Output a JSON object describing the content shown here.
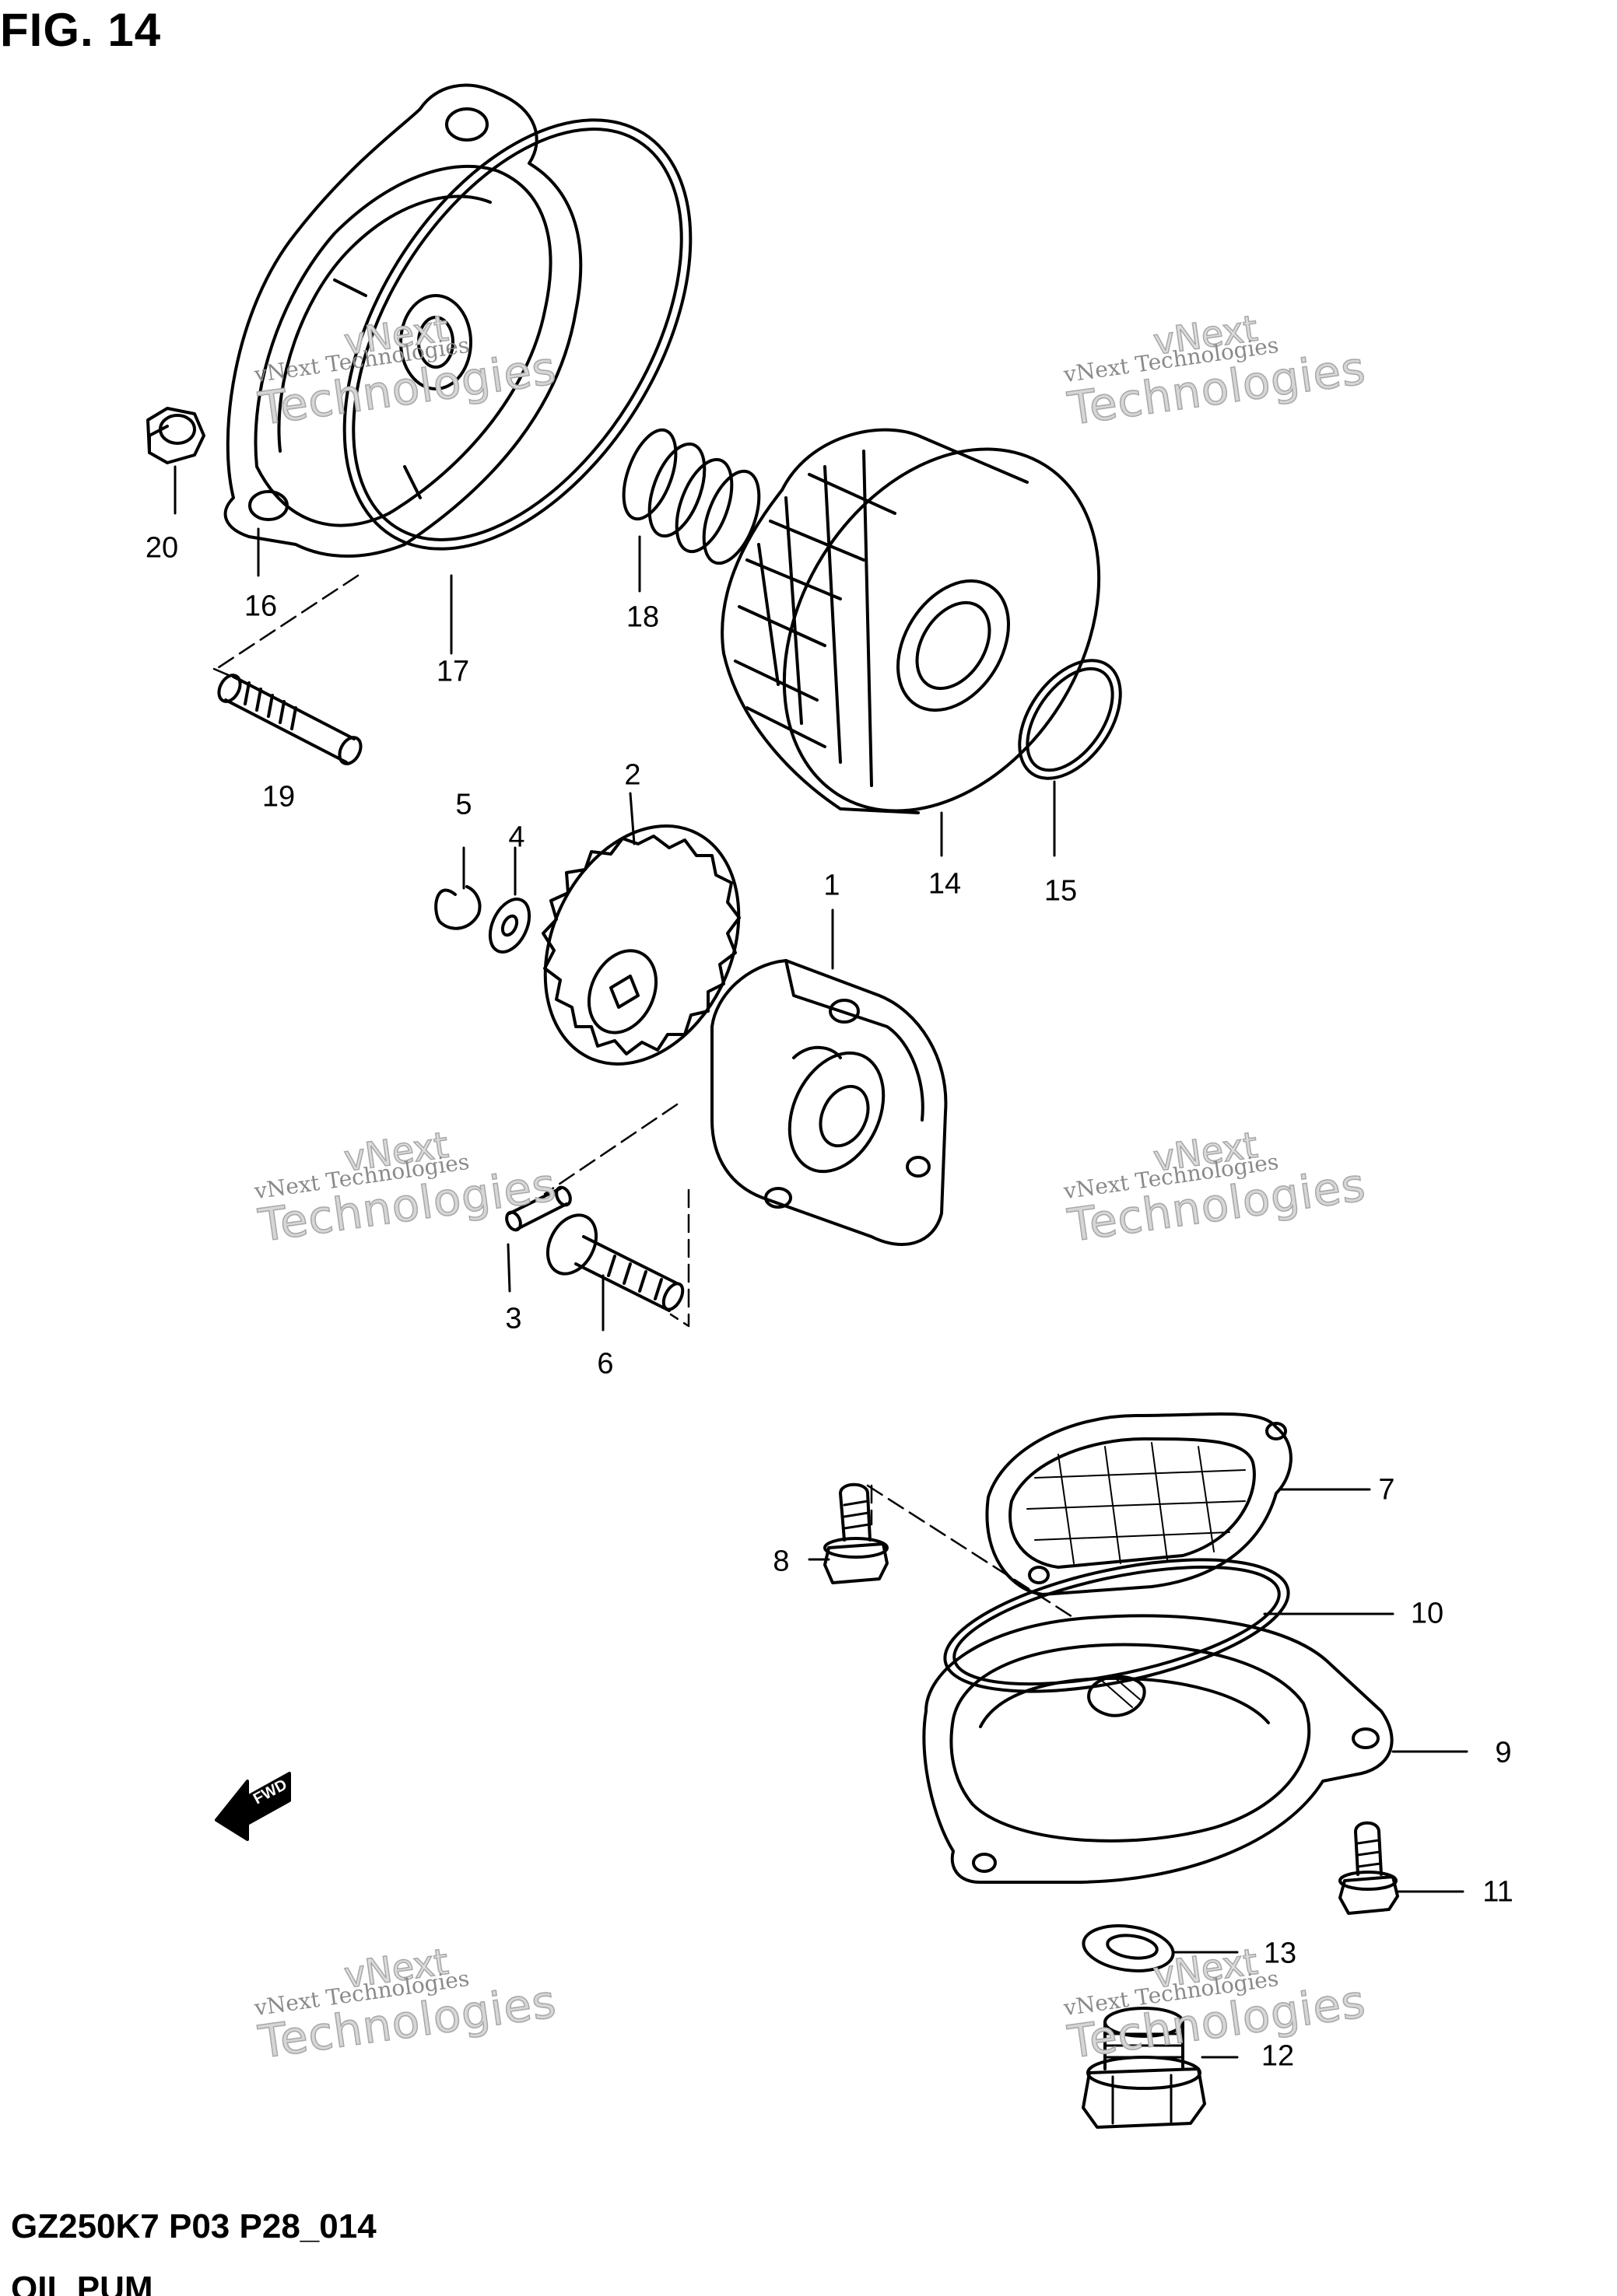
{
  "figure": {
    "title": "FIG. 14",
    "code": "GZ250K7 P03 P28_014",
    "name": "OIL PUM"
  },
  "watermark": {
    "brand": "vNext",
    "line": "vNext Technologies",
    "big": "Technologies"
  },
  "fwd_label": "FWD",
  "parts": [
    {
      "num": "1"
    },
    {
      "num": "2"
    },
    {
      "num": "3"
    },
    {
      "num": "4"
    },
    {
      "num": "5"
    },
    {
      "num": "6"
    },
    {
      "num": "7"
    },
    {
      "num": "8"
    },
    {
      "num": "9"
    },
    {
      "num": "10"
    },
    {
      "num": "11"
    },
    {
      "num": "12"
    },
    {
      "num": "13"
    },
    {
      "num": "14"
    },
    {
      "num": "15"
    },
    {
      "num": "16"
    },
    {
      "num": "17"
    },
    {
      "num": "18"
    },
    {
      "num": "19"
    },
    {
      "num": "20"
    }
  ]
}
